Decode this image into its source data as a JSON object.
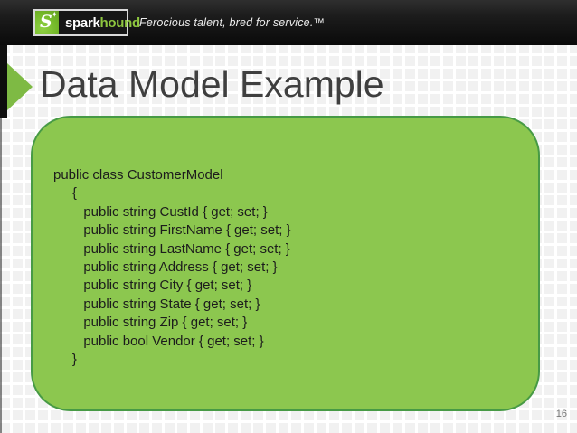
{
  "header": {
    "logo": {
      "icon_letter": "S",
      "star_glyph": "✦",
      "name_part1": "spark",
      "name_part2": "hound"
    },
    "tagline": "Ferocious talent, bred for service.™"
  },
  "slide": {
    "title": "Data Model Example",
    "page_number": "16",
    "code_lines": [
      "public class CustomerModel",
      "     {",
      "        public string CustId { get; set; }",
      "        public string FirstName { get; set; }",
      "        public string LastName { get; set; }",
      "        public string Address { get; set; }",
      "        public string City { get; set; }",
      "        public string State { get; set; }",
      "        public string Zip { get; set; }",
      "        public bool Vendor { get; set; }",
      "     }"
    ]
  },
  "colors": {
    "brand_green": "#8dc63f",
    "panel_fill": "#8cc74f",
    "panel_border": "#479a45",
    "chevron_green": "#7eba44",
    "header_bg": "#141414",
    "title_text": "#3f3f3f",
    "code_text": "#1c1c1c",
    "page_number_text": "#777777"
  }
}
